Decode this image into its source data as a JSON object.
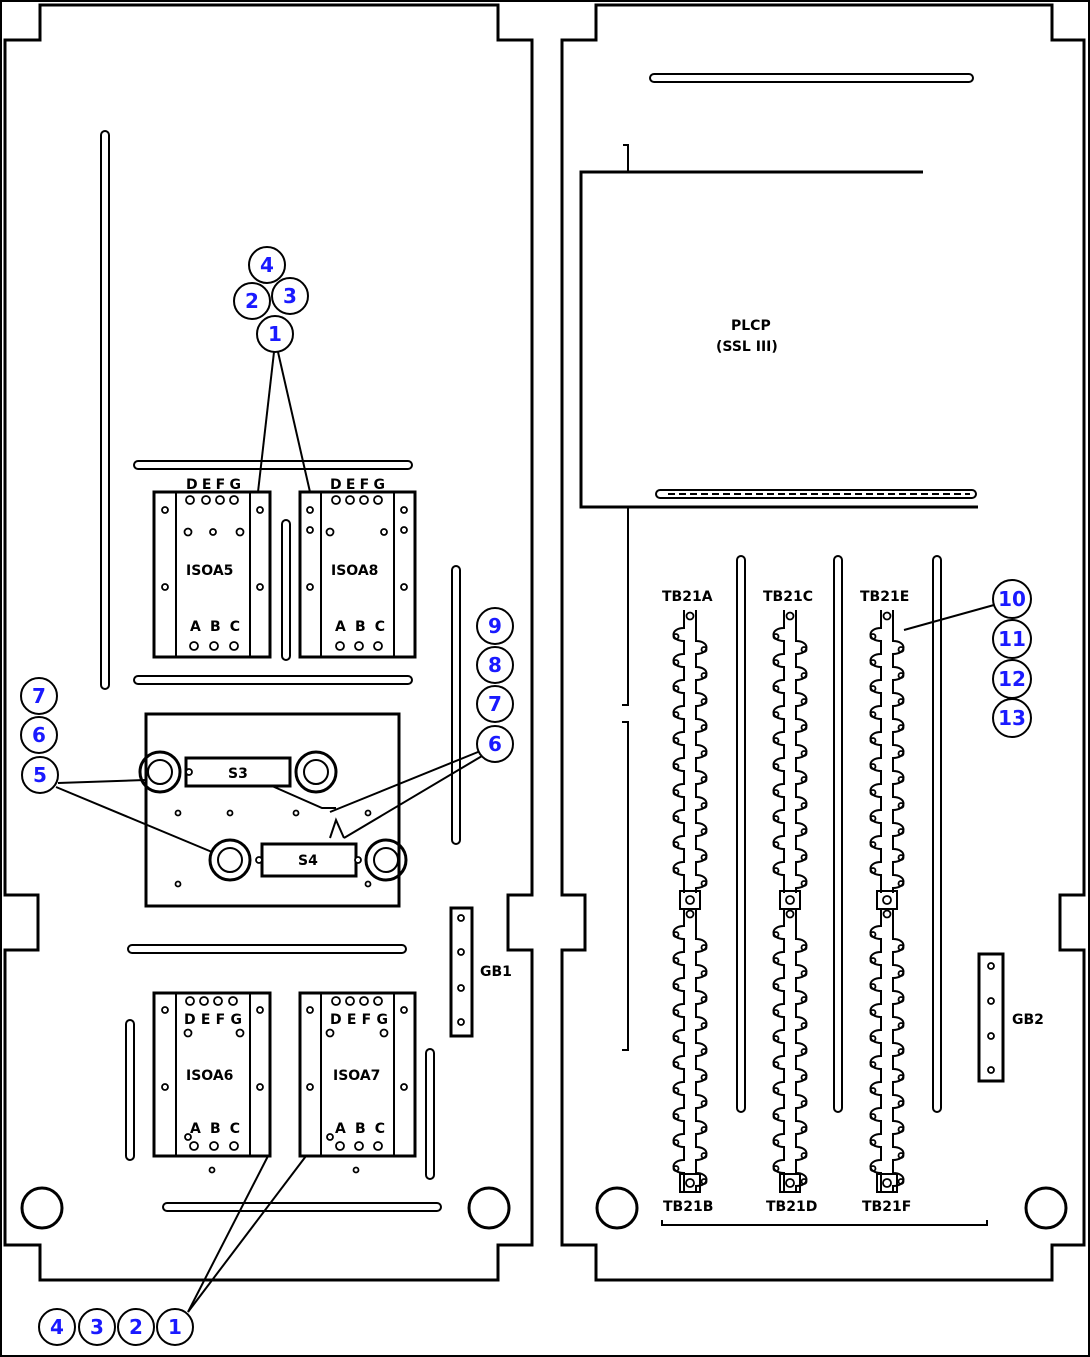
{
  "labels": {
    "isoa5": "ISOA5",
    "isoa8": "ISOA8",
    "isoa6": "ISOA6",
    "isoa7": "ISOA7",
    "defg": "DEFG",
    "abc": "ABC",
    "s3": "S3",
    "s4": "S4",
    "gb1": "GB1",
    "gb2": "GB2",
    "plcp_line1": "PLCP",
    "plcp_line2": "(SSL III)",
    "tb21a": "TB21A",
    "tb21b": "TB21B",
    "tb21c": "TB21C",
    "tb21d": "TB21D",
    "tb21e": "TB21E",
    "tb21f": "TB21F"
  },
  "callouts": {
    "top_4": "4",
    "top_2": "2",
    "top_3": "3",
    "top_1": "1",
    "left_7": "7",
    "left_6": "6",
    "left_5": "5",
    "right_9": "9",
    "right_8": "8",
    "right_7": "7",
    "right_6": "6",
    "bot_4": "4",
    "bot_3": "3",
    "bot_2": "2",
    "bot_1": "1",
    "r_10": "10",
    "r_11": "11",
    "r_12": "12",
    "r_13": "13"
  }
}
